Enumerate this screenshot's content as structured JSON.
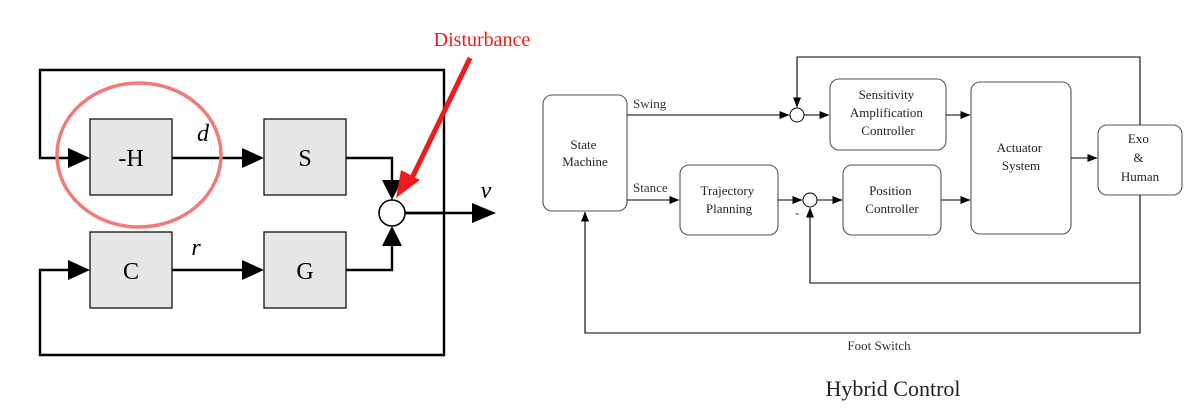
{
  "left_diagram": {
    "blocks": {
      "neg_h": "-H",
      "s": "S",
      "c": "C",
      "g": "G"
    },
    "signals": {
      "d": "d",
      "r": "r",
      "v": "v"
    },
    "disturbance_label": "Disturbance",
    "highlight_color": "#ef7b7b",
    "disturbance_color": "#ee1c1c"
  },
  "right_diagram": {
    "blocks": {
      "state_machine": [
        "State",
        "Machine"
      ],
      "trajectory_planning": [
        "Trajectory",
        "Planning"
      ],
      "sensitivity_controller": [
        "Sensitivity",
        "Amplification",
        "Controller"
      ],
      "position_controller": [
        "Position",
        "Controller"
      ],
      "actuator_system": [
        "Actuator",
        "System"
      ],
      "exo_human": [
        "Exo",
        "&",
        "Human"
      ]
    },
    "labels": {
      "swing": "Swing",
      "stance": "Stance",
      "minus": "-",
      "foot_switch": "Foot Switch"
    },
    "caption": "Hybrid Control"
  }
}
